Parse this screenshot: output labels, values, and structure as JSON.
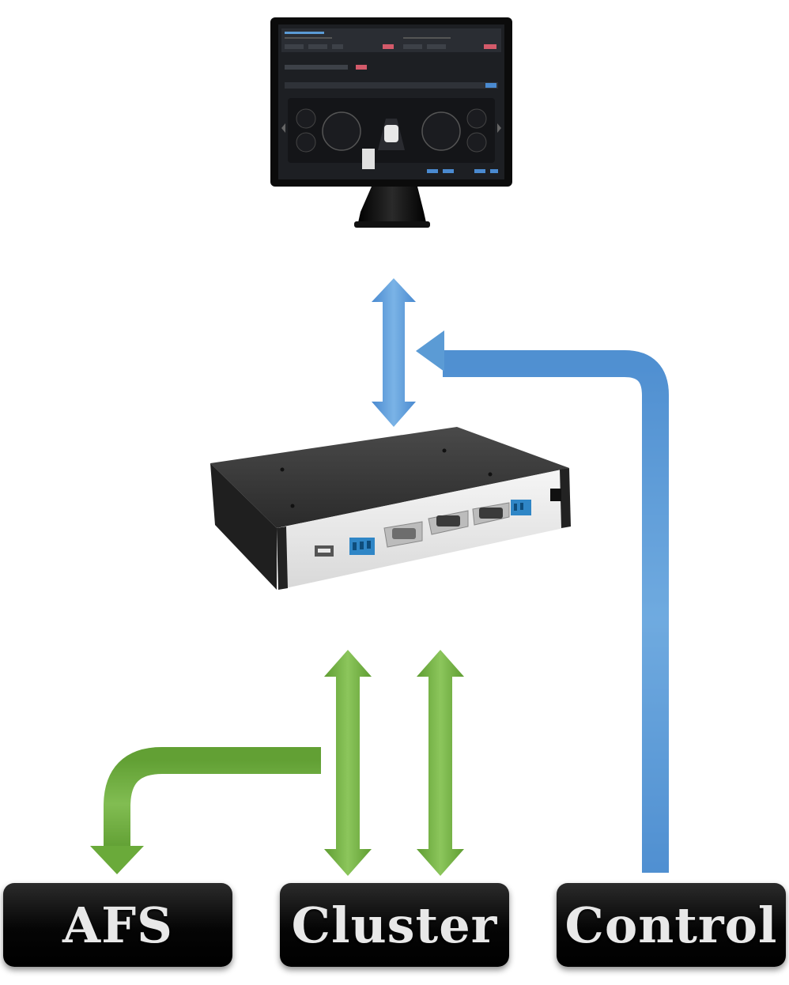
{
  "nodes": {
    "afs": {
      "label": "AFS"
    },
    "cluster": {
      "label": "Cluster"
    },
    "control": {
      "label": "Control"
    }
  },
  "icons": {
    "monitor": "monitor-icon",
    "interface_box": "interface-box-icon"
  },
  "colors": {
    "blue_arrow": "#5b9bd5",
    "green_arrow": "#6aaa3a",
    "box_background": "#0a0a0a",
    "box_label": "#e8e8e8"
  }
}
